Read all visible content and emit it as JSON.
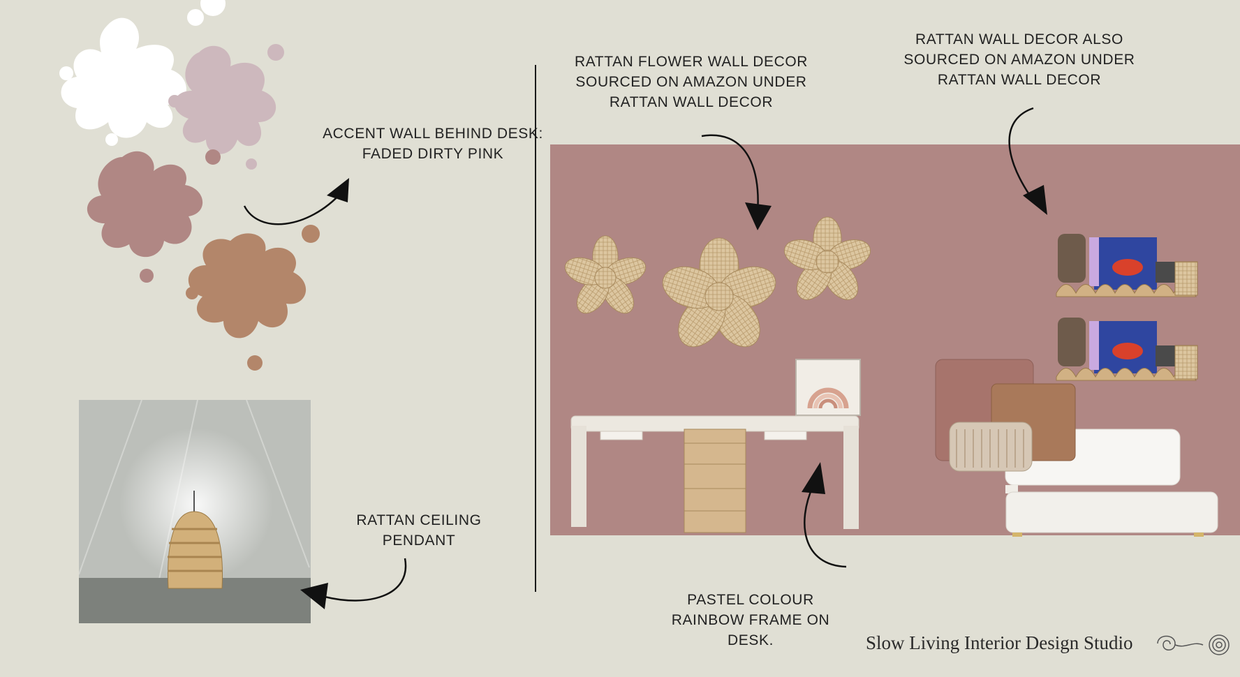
{
  "captions": {
    "accent_wall": [
      "ACCENT WALL BEHIND DESK:",
      "FADED DIRTY PINK"
    ],
    "flower_decor": [
      "RATTAN FLOWER WALL DECOR",
      "SOURCED ON AMAZON UNDER",
      "RATTAN WALL DECOR"
    ],
    "wall_decor_also": [
      "RATTAN WALL DECOR ALSO",
      "SOURCED ON AMAZON UNDER",
      "RATTAN WALL DECOR"
    ],
    "ceiling_pendant": [
      "RATTAN CEILING",
      "PENDANT"
    ],
    "rainbow_frame": [
      "PASTEL COLOUR",
      "RAINBOW FRAME ON",
      "DESK."
    ]
  },
  "brand": {
    "name": "Slow Living Interior Design Studio",
    "logo": "spiral-squiggle-logo"
  },
  "colors": {
    "background": "#e0dfd4",
    "accent_wall": "#b08784",
    "splat_white": "#ffffff",
    "splat_lilac": "#cdb8bd",
    "splat_rose": "#b08784",
    "splat_tan": "#b3866a",
    "rattan": "#d9c39c"
  },
  "icons": [
    "curved-arrow-icon",
    "paint-splat-icon",
    "rattan-flower-icon",
    "rattan-shelf-icon",
    "cushion-icon"
  ]
}
